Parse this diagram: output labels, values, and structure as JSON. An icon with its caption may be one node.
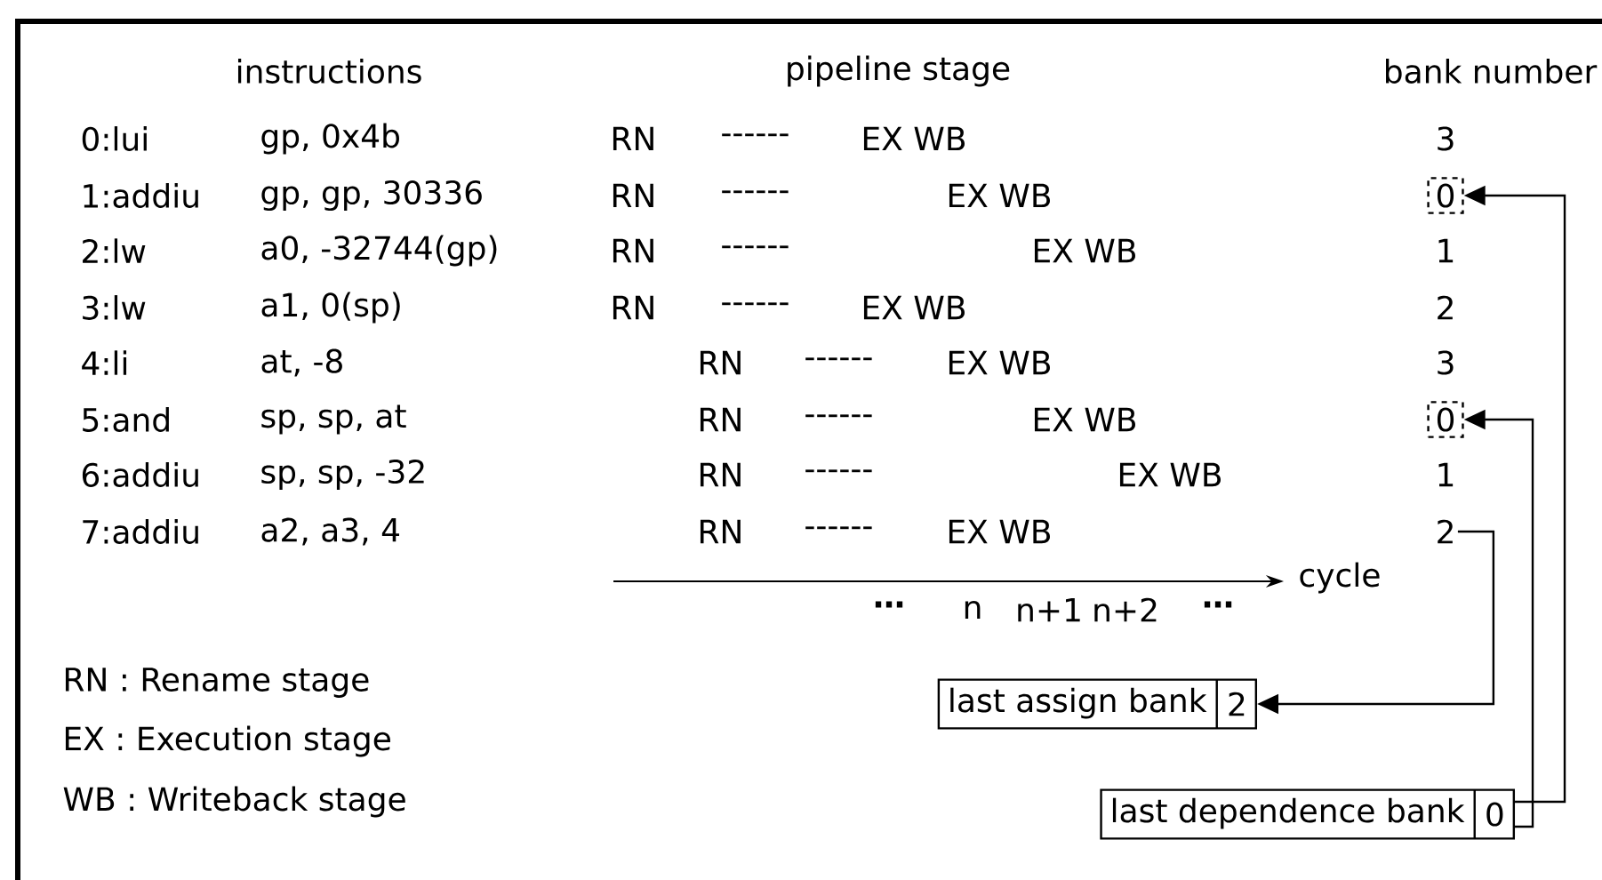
{
  "diagram": {
    "nodes": [
      {
        "text": [
          "0"
        ]
      },
      {
        "text": [
          "0"
        ]
      },
      {
        "text": [
          "2"
        ]
      },
      {
        "text": [
          "last assign bank",
          "2"
        ]
      },
      {
        "text": [
          "last dependence bank",
          "0"
        ]
      }
    ],
    "edges": [
      {
        "from": 2,
        "to": 3,
        "arrow": "to"
      },
      {
        "from": 4,
        "to": 0,
        "arrow": "to"
      },
      {
        "from": 4,
        "to": 1,
        "arrow": "to"
      }
    ],
    "labels": [
      "instructions",
      "pipeline stage",
      "bank number",
      "0:lui",
      "gp, 0x4b",
      "RN",
      "------",
      "EX WB",
      "3",
      "1:addiu",
      "gp, gp, 30336",
      "RN",
      "------",
      "EX WB",
      "2:lw",
      "a0, -32744(gp)",
      "RN",
      "------",
      "EX WB",
      "1",
      "3:lw",
      "a1, 0(sp)",
      "RN",
      "------",
      "EX WB",
      "2",
      "4:li",
      "at, -8",
      "RN",
      "------",
      "EX WB",
      "3",
      "5:and",
      "sp, sp, at",
      "RN",
      "------",
      "EX WB",
      "6:addiu",
      "sp, sp, -32",
      "RN",
      "------",
      "EX WB",
      "1",
      "7:addiu",
      "a2, a3, 4",
      "RN",
      "------",
      "EX WB",
      "cycle",
      "…",
      "n",
      "n+1",
      "n+2",
      "…",
      "RN : Rename stage",
      "EX : Execution stage",
      "WB : Writeback stage"
    ]
  }
}
